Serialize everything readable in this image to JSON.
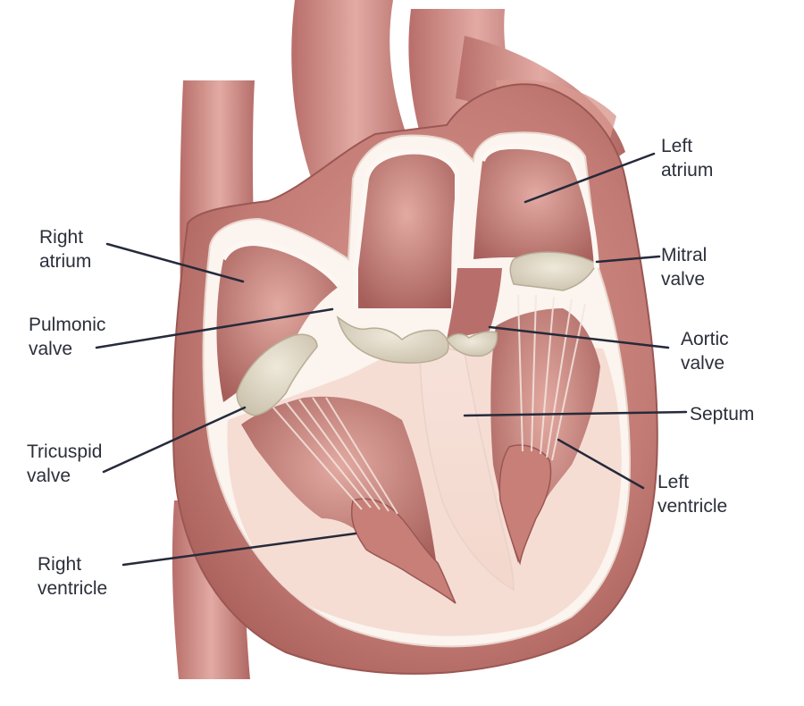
{
  "labels": {
    "left_atrium": [
      "Left",
      "atrium"
    ],
    "right_atrium": [
      "Right",
      "atrium"
    ],
    "mitral_valve": [
      "Mitral",
      "valve"
    ],
    "pulmonic_valve": [
      "Pulmonic",
      "valve"
    ],
    "aortic_valve": [
      "Aortic",
      "valve"
    ],
    "septum": [
      "Septum"
    ],
    "tricuspid_valve": [
      "Tricuspid",
      "valve"
    ],
    "left_ventricle": [
      "Left",
      "ventricle"
    ],
    "right_ventricle": [
      "Right",
      "ventricle"
    ]
  },
  "colors": {
    "muscle": "#c9837c",
    "muscle_dark": "#a85c58",
    "chamber_inner": "#b86f6b",
    "septum_light": "#f5ddd4",
    "wall_outline": "#fbf4ef",
    "valve": "#ddd6c4",
    "leader": "#262a3a"
  }
}
